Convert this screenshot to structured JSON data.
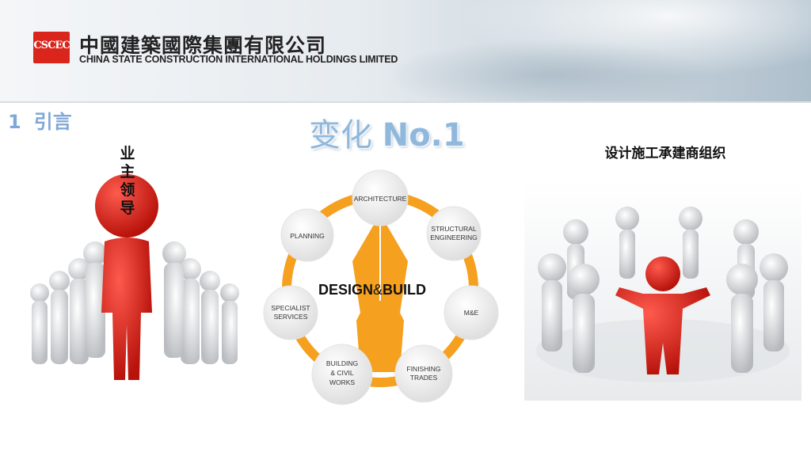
{
  "header": {
    "logo_text": "CSCEC",
    "company_cn": "中國建築國際集團有限公司",
    "company_en": "CHINA STATE CONSTRUCTION INTERNATIONAL HOLDINGS LIMITED"
  },
  "section": {
    "number": "1",
    "title": "引言"
  },
  "slide": {
    "change_title_cn": "变化",
    "change_title_no": "No.1",
    "owner_label": "业主领导",
    "contractor_label": "设计施工承建商组织",
    "design_build": {
      "design": "DESIGN",
      "amp": "&",
      "build": "BUILD"
    },
    "petals": {
      "architecture": "ARCHITECTURE",
      "planning": "PLANNING",
      "structural_1": "STRUCTURAL",
      "structural_2": "ENGINEERING",
      "specialist_1": "SPECIALIST",
      "specialist_2": "SERVICES",
      "me": "M&E",
      "building_1": "BUILDING",
      "building_2": "& CIVIL",
      "building_3": "WORKS",
      "finishing_1": "FINISHING",
      "finishing_2": "TRADES"
    }
  },
  "colors": {
    "accent_red": "#d9251c",
    "orange": "#f5a01e",
    "title_blue": "#8fb8dc"
  }
}
